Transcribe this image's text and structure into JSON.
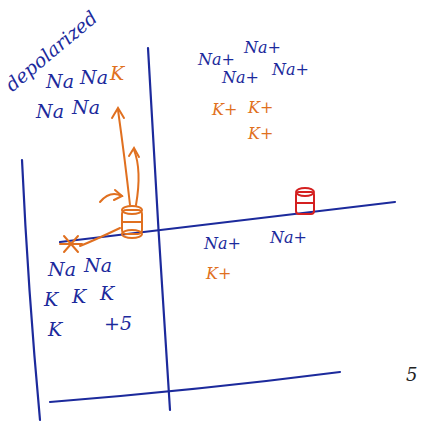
{
  "diagram": {
    "labels": [
      "depolarized",
      "Na",
      "Na",
      "K",
      "Na",
      "Na",
      "Na",
      "Na",
      "K",
      "K",
      "K",
      "K",
      "+5",
      "Na+",
      "Na+",
      "Na+",
      "Na+",
      "K+",
      "K+",
      "K+",
      "Na+",
      "Na+",
      "K+",
      "5"
    ]
  }
}
